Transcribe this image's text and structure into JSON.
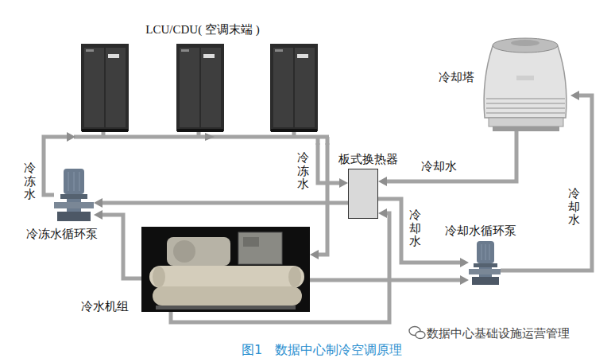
{
  "diagram": {
    "caption": "图1　数据中心制冷空调原理",
    "nodes": [
      {
        "text": [
          "LCU/CDU( 空调末端 )"
        ]
      },
      {
        "text": [
          "冷却塔"
        ]
      },
      {
        "text": [
          "板式换热器"
        ]
      },
      {
        "text": [
          "冷冻水循环泵"
        ]
      },
      {
        "text": [
          "冷却水循环泵"
        ]
      },
      {
        "text": [
          "冷水机组"
        ]
      }
    ],
    "edges": [
      {
        "from": 3,
        "to": 0,
        "arrow": "to",
        "label": "冷冻水"
      },
      {
        "from": 0,
        "to": 2,
        "arrow": "to",
        "label": "冷冻水"
      },
      {
        "from": 0,
        "to": 5,
        "arrow": "to"
      },
      {
        "from": 2,
        "to": 3,
        "arrow": "to"
      },
      {
        "from": 5,
        "to": 3,
        "arrow": "to"
      },
      {
        "from": 1,
        "to": 2,
        "arrow": "to",
        "label": "冷却水"
      },
      {
        "from": 2,
        "to": 4,
        "arrow": "to",
        "label": "冷却水"
      },
      {
        "from": 4,
        "to": 1,
        "arrow": "to",
        "label": "冷却水"
      },
      {
        "from": 5,
        "to": 4,
        "arrow": "to"
      },
      {
        "from": 5,
        "to": 2,
        "arrow": "to"
      }
    ],
    "labels": [
      "数据中心基础设施运营管理"
    ]
  }
}
